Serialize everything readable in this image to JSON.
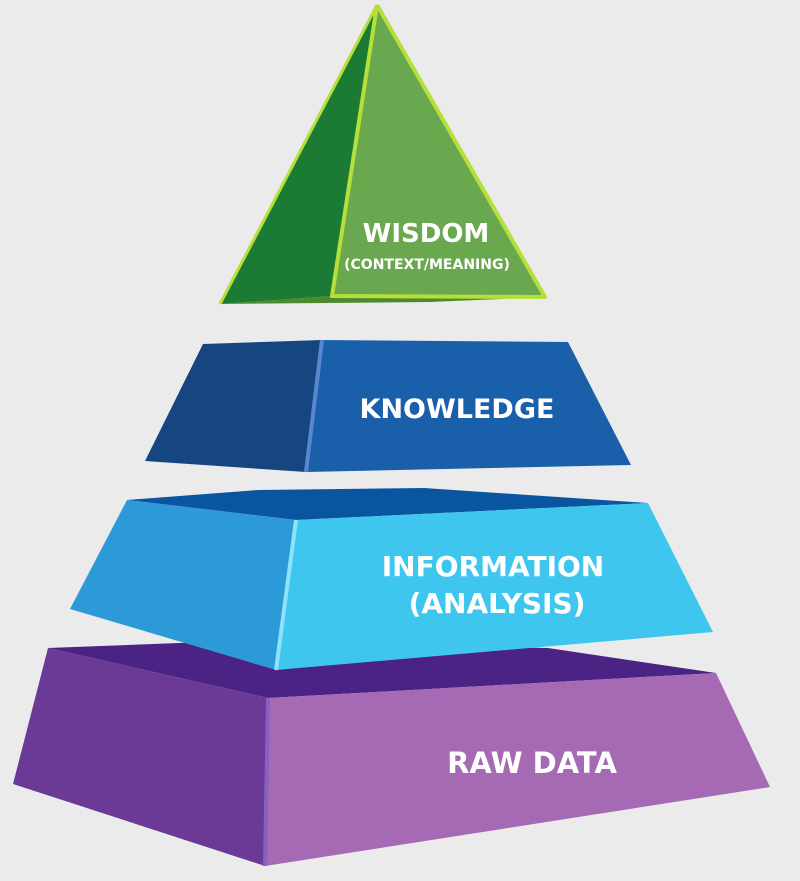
{
  "tiers": [
    {
      "id": "wisdom",
      "title": "WISDOM",
      "subtitle": "(CONTEXT/MEANING)",
      "colors": {
        "front": "#6aa84f",
        "side": "#1b7a33",
        "base": "#4d8a2f",
        "edge": "#b7df3a"
      }
    },
    {
      "id": "knowledge",
      "title": "KNOWLEDGE",
      "subtitle": "",
      "colors": {
        "front": "#1a5faa",
        "side": "#15467f",
        "top": "#1e56a0",
        "edge": "#5a86cf"
      }
    },
    {
      "id": "information",
      "title": "INFORMATION",
      "subtitle": "(ANALYSIS)",
      "colors": {
        "front": "#3ec6ef",
        "side": "#2c9ad6",
        "top": "#0a55a0",
        "edge": "#8de3fb"
      }
    },
    {
      "id": "raw-data",
      "title": "RAW DATA",
      "subtitle": "",
      "colors": {
        "front": "#a56ab3",
        "side": "#6a3a96",
        "top": "#4b2385",
        "edge": "#8a5fc2"
      }
    }
  ]
}
